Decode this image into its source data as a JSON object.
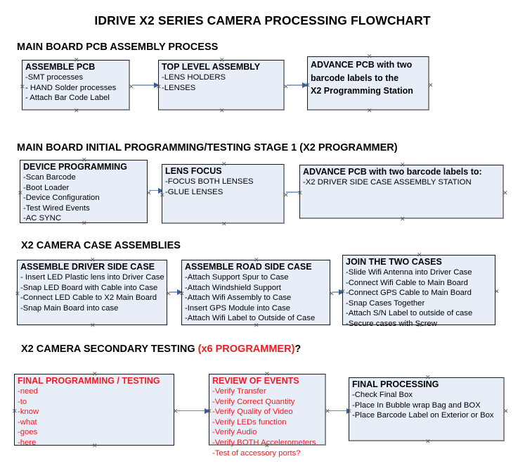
{
  "document": {
    "title": "IDRIVE X2  SERIES CAMERA PROCESSING FLOWCHART"
  },
  "colors": {
    "box_fill": "#e8eef8",
    "box_border": "#1a1a1a",
    "arrow_line": "#8fa8c4",
    "arrow_head": "#3a5f9e",
    "red_text": "#ee1c25",
    "text": "#000000",
    "background": "#ffffff"
  },
  "sections": [
    {
      "id": "main-board-pcb-assembly",
      "heading": "MAIN BOARD PCB ASSEMBLY PROCESS",
      "heading_red": "",
      "heading_suffix": "",
      "boxes": [
        {
          "id": "assemble-pcb",
          "title": "ASSEMBLE PCB",
          "lines": [
            "-SMT processes",
            "- HAND Solder processes",
            "- Attach Bar Code Label"
          ]
        },
        {
          "id": "top-level-assembly",
          "title": "TOP LEVEL ASSEMBLY",
          "lines": [
            "-LENS HOLDERS",
            "-LENSES"
          ]
        },
        {
          "id": "advance-pcb-to-x2-programming-station",
          "title": "ADVANCE PCB with two",
          "lines": [
            "barcode labels to the",
            " X2 Programming Station"
          ]
        }
      ]
    },
    {
      "id": "main-board-initial-programming",
      "heading": "MAIN BOARD INITIAL PROGRAMMING/TESTING STAGE 1 (X2 PROGRAMMER)",
      "heading_red": "",
      "heading_suffix": "",
      "boxes": [
        {
          "id": "device-programming",
          "title": "DEVICE PROGRAMMING",
          "lines": [
            "-Scan Barcode",
            "-Boot Loader",
            "-Device Configuration",
            "-Test Wired Events",
            "-AC SYNC"
          ]
        },
        {
          "id": "lens-focus",
          "title": "LENS FOCUS",
          "lines": [
            "-FOCUS BOTH LENSES",
            "-GLUE LENSES"
          ]
        },
        {
          "id": "advance-pcb-to-driver-side-case-station",
          "title": "ADVANCE PCB with two barcode labels to:",
          "lines": [
            "-X2 DRIVER  SIDE  CASE  ASSEMBLY STATION"
          ]
        }
      ]
    },
    {
      "id": "x2-camera-case-assemblies",
      "heading": "X2 CAMERA CASE ASSEMBLIES",
      "heading_red": "",
      "heading_suffix": "",
      "boxes": [
        {
          "id": "assemble-driver-side-case",
          "title": "ASSEMBLE DRIVER SIDE CASE",
          "lines": [
            "- Insert LED Plastic lens into Driver Case",
            "-Snap LED Board with Cable into Case",
            "-Connect LED Cable to X2 Main Board",
            "-Snap Main Board into case"
          ]
        },
        {
          "id": "assemble-road-side-case",
          "title": "ASSEMBLE ROAD SIDE CASE",
          "lines": [
            "-Attach Support Spur to Case",
            "-Attach Windshield Support",
            "-Attach Wifi Assembly to Case",
            "-Insert GPS Module into Case",
            "-Attach Wifi Label to Outside of Case"
          ]
        },
        {
          "id": "join-the-two-cases",
          "title": "JOIN THE TWO CASES",
          "lines": [
            "-Slide Wifi Antenna into Driver Case",
            "-Connect Wifi Cable to Main Board",
            "-Connect GPS Cable to Main Board",
            "-Snap Cases Together",
            "-Attach S/N Label to outside of case",
            "-Secure cases with Screw"
          ]
        }
      ]
    },
    {
      "id": "x2-camera-secondary-testing",
      "heading": "X2 CAMERA SECONDARY TESTING ",
      "heading_red": "(x6 PROGRAMMER)",
      "heading_suffix": "?",
      "boxes": [
        {
          "id": "final-programming-testing",
          "title": "FINAL PROGRAMMING / TESTING",
          "lines": [
            "-need",
            "-to",
            "-know",
            "-what",
            "-goes",
            "-here"
          ]
        },
        {
          "id": "review-of-events",
          "title": "REVIEW OF EVENTS",
          "lines": [
            "-Verify Transfer",
            "-Verify Correct Quantity",
            "-Verify Quality of Video",
            "-Verify LEDs function",
            "-Verify Audio",
            "-Verify BOTH Accelerometers",
            "-Test of accessory ports?"
          ]
        },
        {
          "id": "final-processing",
          "title": "FINAL PROCESSING",
          "lines": [
            " -Check Final Box",
            "-Place In Bubble wrap Bag and BOX",
            "-Place Barcode Label on Exterior or Box"
          ]
        }
      ]
    }
  ]
}
